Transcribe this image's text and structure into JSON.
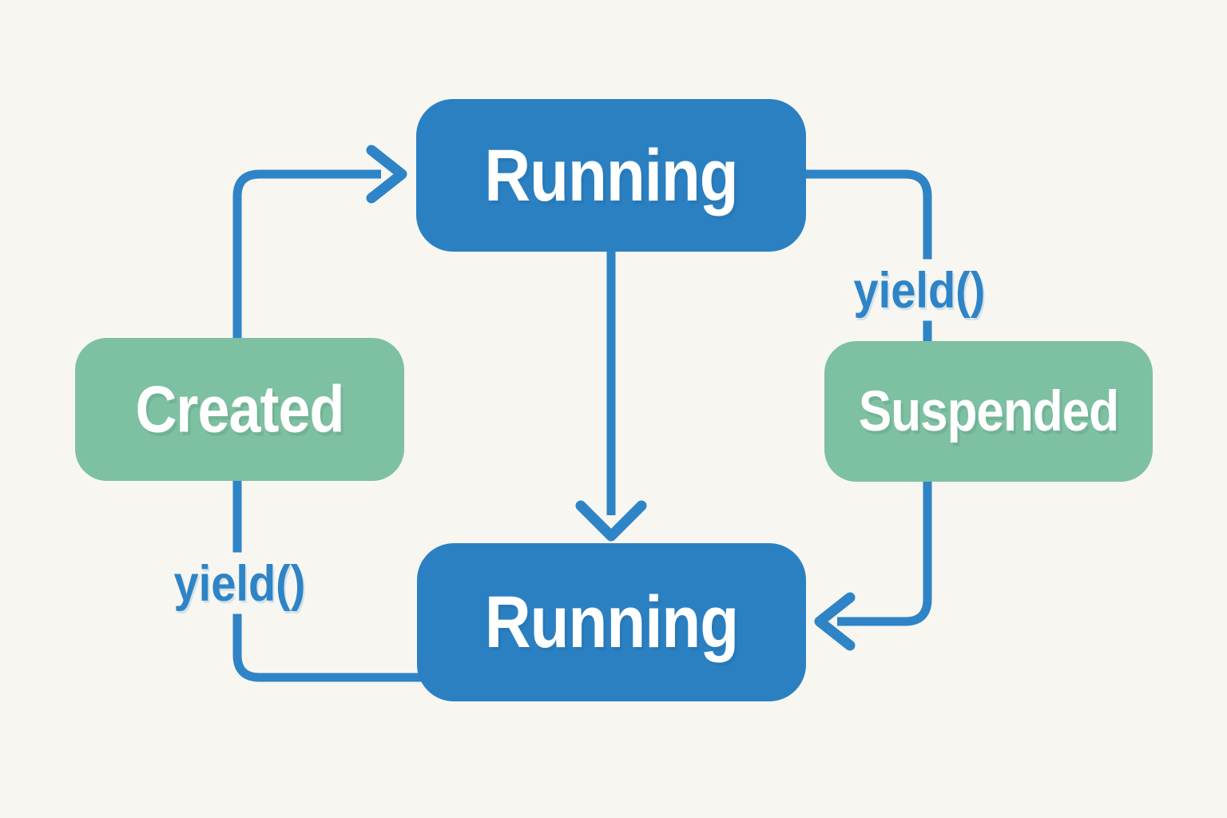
{
  "page": {
    "background_color": "#f7f6f1",
    "accent_blue": "#2b80c2",
    "accent_green": "#7ec0a2",
    "connector_color": "#2e84c6",
    "node_text_color": "#ffffff"
  },
  "diagram": {
    "type": "state-diagram",
    "nodes": [
      {
        "id": "running-top",
        "label": "Running",
        "color": "#2b80c2"
      },
      {
        "id": "created",
        "label": "Created",
        "color": "#7ec0a2"
      },
      {
        "id": "suspended",
        "label": "Suspended",
        "color": "#7ec0a2"
      },
      {
        "id": "running-bottom",
        "label": "Running",
        "color": "#2b80c2"
      }
    ],
    "edges": [
      {
        "from": "created",
        "to": "running-top",
        "label": "",
        "arrowhead": true
      },
      {
        "from": "running-top",
        "to": "running-bottom",
        "label": "",
        "arrowhead": true
      },
      {
        "from": "running-top",
        "to": "suspended",
        "label": "yield()",
        "arrowhead": false
      },
      {
        "from": "suspended",
        "to": "running-bottom",
        "label": "",
        "arrowhead": true
      },
      {
        "from": "running-bottom",
        "to": "created",
        "label": "yield()",
        "arrowhead": false
      }
    ]
  }
}
